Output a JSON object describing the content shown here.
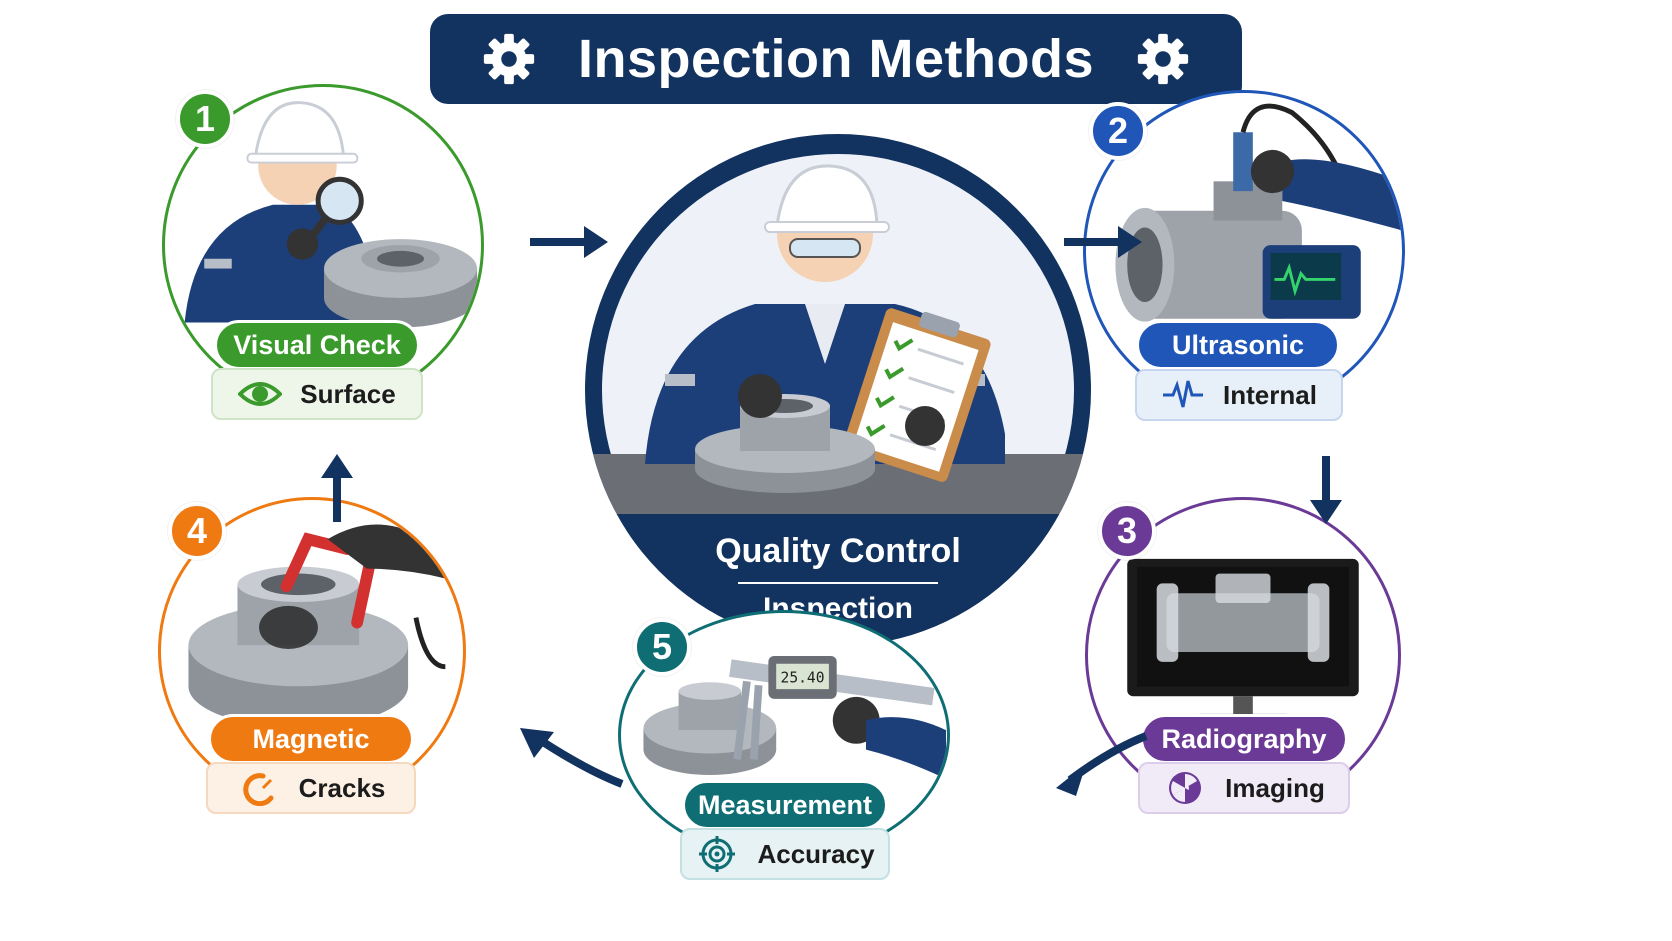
{
  "title": "Inspection Methods",
  "center": {
    "title": "Quality Control",
    "subtitle": "Inspection"
  },
  "colors": {
    "navy": "#12325f",
    "green": "#3a9a2c",
    "blue": "#1f56b8",
    "purple": "#6b3a96",
    "orange": "#ef7a12",
    "teal": "#0f6e74"
  },
  "methods": [
    {
      "number": "1",
      "label": "Visual Check",
      "sub": "Surface",
      "icon": "eye-icon"
    },
    {
      "number": "2",
      "label": "Ultrasonic",
      "sub": "Internal",
      "icon": "waveform-icon"
    },
    {
      "number": "3",
      "label": "Radiography",
      "sub": "Imaging",
      "icon": "radiation-icon"
    },
    {
      "number": "4",
      "label": "Magnetic",
      "sub": "Cracks",
      "icon": "magnet-icon"
    },
    {
      "number": "5",
      "label": "Measurement",
      "sub": "Accuracy",
      "icon": "target-icon"
    }
  ],
  "caliper_reading": "25.40"
}
